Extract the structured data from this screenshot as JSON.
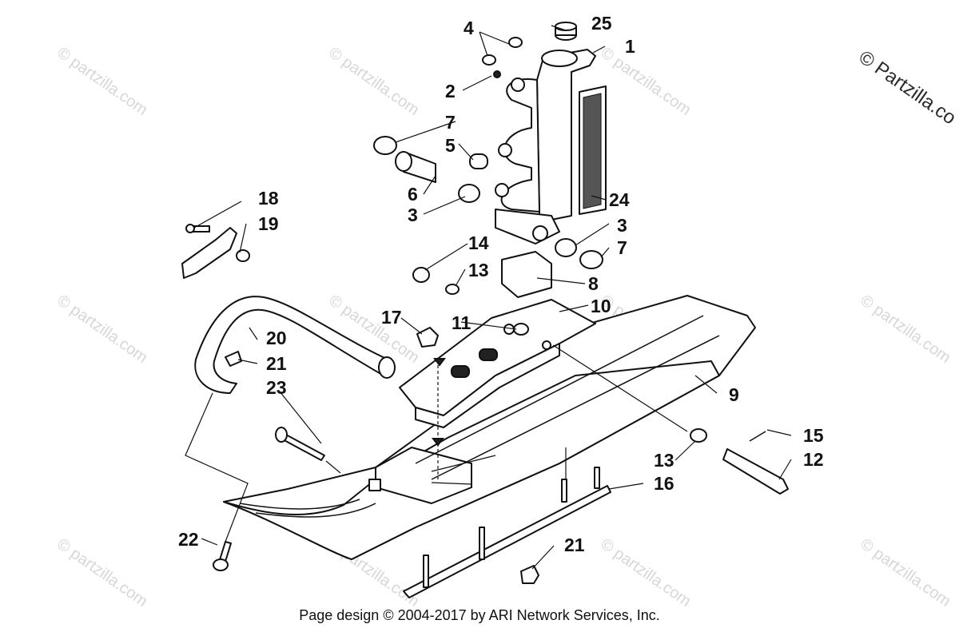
{
  "watermark": {
    "corner_text": "© Partzilla.co",
    "tile_text": "© partzilla.com"
  },
  "callouts": [
    {
      "id": "c1",
      "label": "1"
    },
    {
      "id": "c2",
      "label": "2"
    },
    {
      "id": "c3a",
      "label": "3"
    },
    {
      "id": "c3b",
      "label": "3"
    },
    {
      "id": "c4",
      "label": "4"
    },
    {
      "id": "c5",
      "label": "5"
    },
    {
      "id": "c6",
      "label": "6"
    },
    {
      "id": "c7a",
      "label": "7"
    },
    {
      "id": "c7b",
      "label": "7"
    },
    {
      "id": "c8",
      "label": "8"
    },
    {
      "id": "c9",
      "label": "9"
    },
    {
      "id": "c10",
      "label": "10"
    },
    {
      "id": "c11",
      "label": "11"
    },
    {
      "id": "c12",
      "label": "12"
    },
    {
      "id": "c13a",
      "label": "13"
    },
    {
      "id": "c13b",
      "label": "13"
    },
    {
      "id": "c14",
      "label": "14"
    },
    {
      "id": "c15",
      "label": "15"
    },
    {
      "id": "c16",
      "label": "16"
    },
    {
      "id": "c17",
      "label": "17"
    },
    {
      "id": "c18",
      "label": "18"
    },
    {
      "id": "c19",
      "label": "19"
    },
    {
      "id": "c20",
      "label": "20"
    },
    {
      "id": "c21a",
      "label": "21"
    },
    {
      "id": "c21b",
      "label": "21"
    },
    {
      "id": "c22",
      "label": "22"
    },
    {
      "id": "c23",
      "label": "23"
    },
    {
      "id": "c24",
      "label": "24"
    },
    {
      "id": "c25",
      "label": "25"
    }
  ],
  "footer": {
    "credit": "Page design © 2004-2017 by ARI Network Services, Inc."
  }
}
